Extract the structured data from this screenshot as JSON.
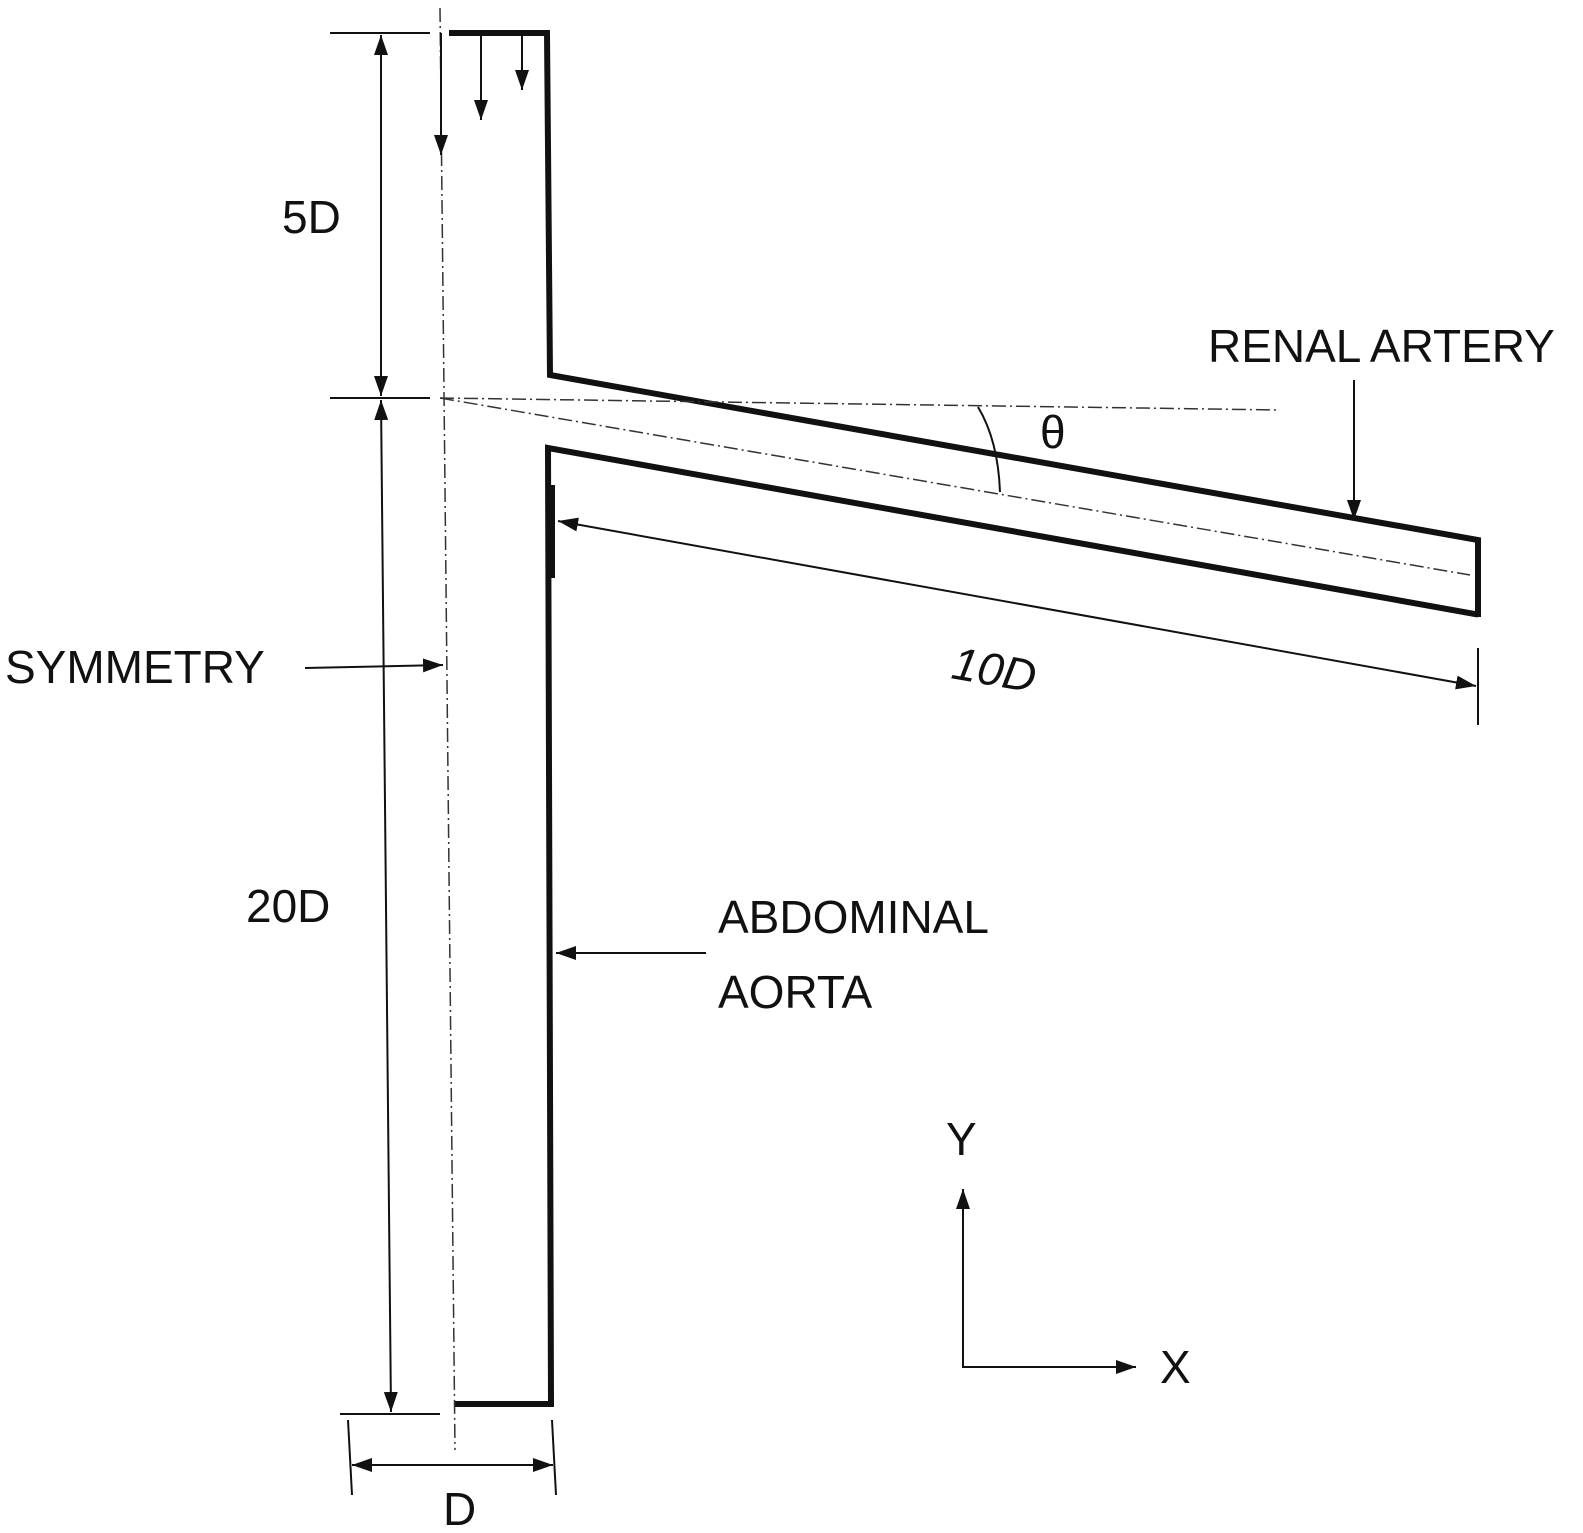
{
  "labels": {
    "length_upper": "5D",
    "length_lower": "20D",
    "diameter": "D",
    "branch_length": "10D",
    "angle": "θ",
    "renal_artery": "RENAL ARTERY",
    "symmetry": "SYMMETRY",
    "abdominal_line1": "ABDOMINAL",
    "abdominal_line2": "AORTA",
    "axis_y": "Y",
    "axis_x": "X"
  },
  "colors": {
    "stroke": "#111111",
    "background": "#ffffff"
  }
}
